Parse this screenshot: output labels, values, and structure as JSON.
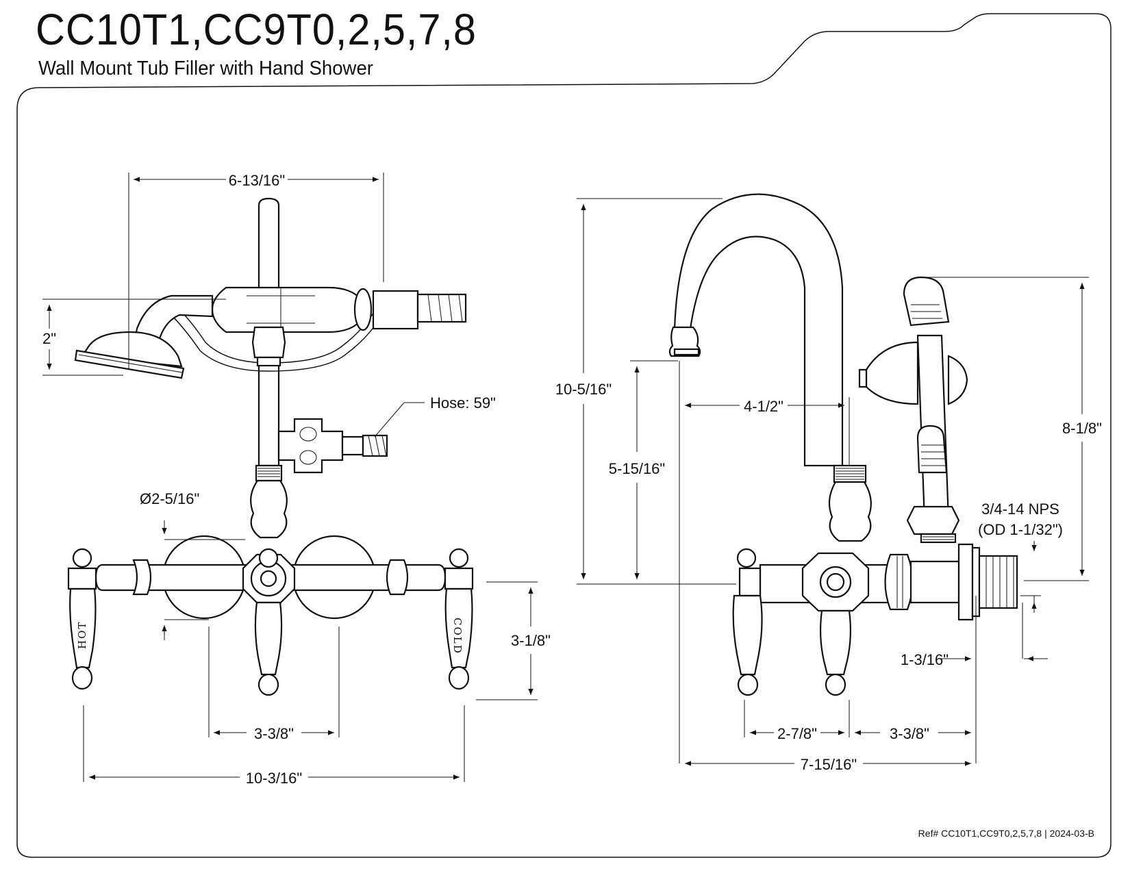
{
  "header": {
    "title": "CC10T1,CC9T0,2,5,7,8",
    "subtitle": "Wall Mount Tub Filler with Hand Shower"
  },
  "front_view": {
    "dim_top_width": "6-13/16\"",
    "dim_handshower_height": "2\"",
    "hose_label": "Hose: 59\"",
    "dim_flange_diameter": "Ø2-5/16\"",
    "dim_handle_height": "3-1/8\"",
    "dim_inlet_spacing": "3-3/8\"",
    "dim_overall_width": "10-3/16\"",
    "handle_left_label": "HOT",
    "handle_right_label": "COLD"
  },
  "side_view": {
    "dim_overall_height": "10-5/16\"",
    "dim_spout_height": "5-15/16\"",
    "dim_spout_reach": "4-1/2\"",
    "dim_cradle_height": "8-1/8\"",
    "thread_spec_line1": "3/4-14 NPS",
    "thread_spec_line2": "(OD 1-1/32\")",
    "dim_inlet_length": "1-3/16\"",
    "dim_handle_offset": "2-7/8\"",
    "dim_body_offset": "3-3/8\"",
    "dim_overall_depth": "7-15/16\""
  },
  "footer": {
    "ref_text": "Ref# CC10T1,CC9T0,2,5,7,8 | 2024-03-B"
  }
}
